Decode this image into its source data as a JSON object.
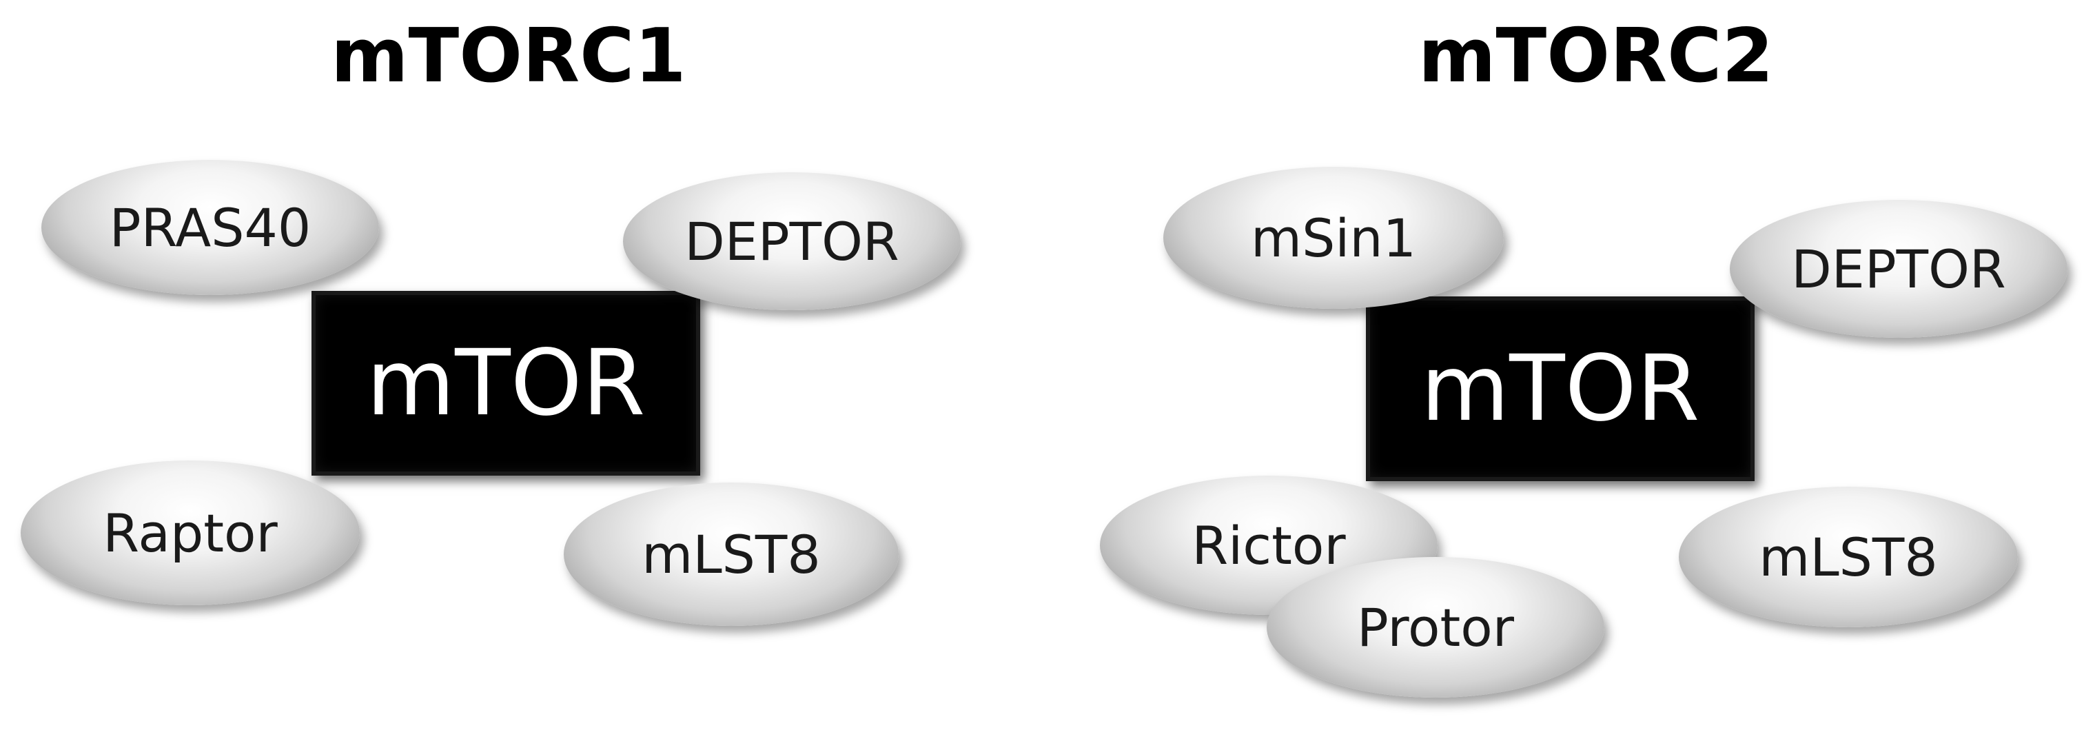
{
  "complexes": [
    {
      "title": "mTORC1",
      "core": "mTOR",
      "components": [
        "PRAS40",
        "DEPTOR",
        "Raptor",
        "mLST8"
      ]
    },
    {
      "title": "mTORC2",
      "core": "mTOR",
      "components": [
        "mSin1",
        "DEPTOR",
        "Rictor",
        "Protor",
        "mLST8"
      ]
    }
  ]
}
